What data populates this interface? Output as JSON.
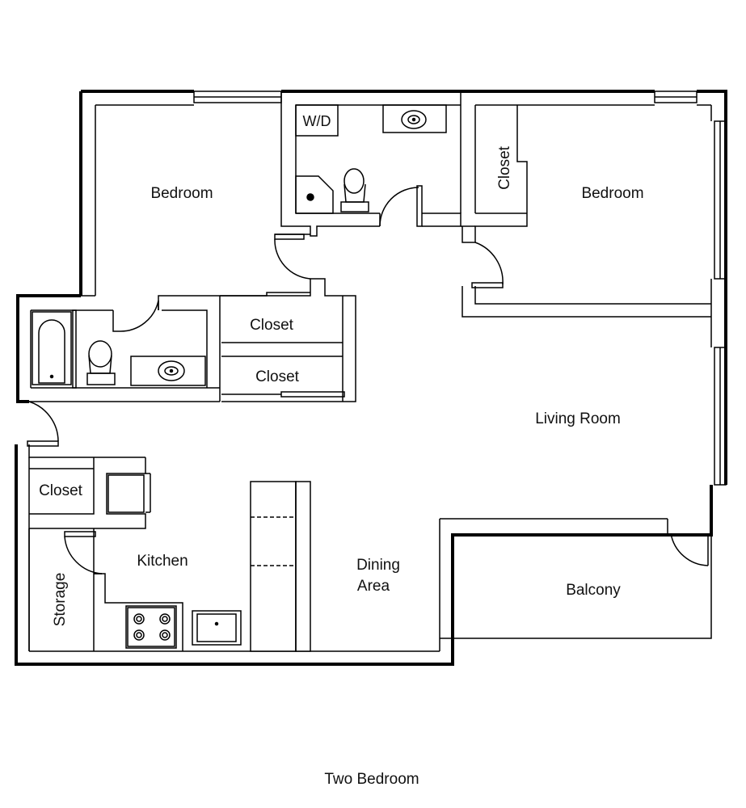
{
  "plan": {
    "caption": "Two Bedroom",
    "rooms": {
      "bedroom_left": "Bedroom",
      "bedroom_right": "Bedroom",
      "closet_right": "Closet",
      "closet_hall_1": "Closet",
      "closet_hall_2": "Closet",
      "closet_kitchen": "Closet",
      "storage": "Storage",
      "kitchen": "Kitchen",
      "dining_line1": "Dining",
      "dining_line2": "Area",
      "living_room": "Living Room",
      "balcony": "Balcony",
      "laundry": "W/D"
    }
  }
}
